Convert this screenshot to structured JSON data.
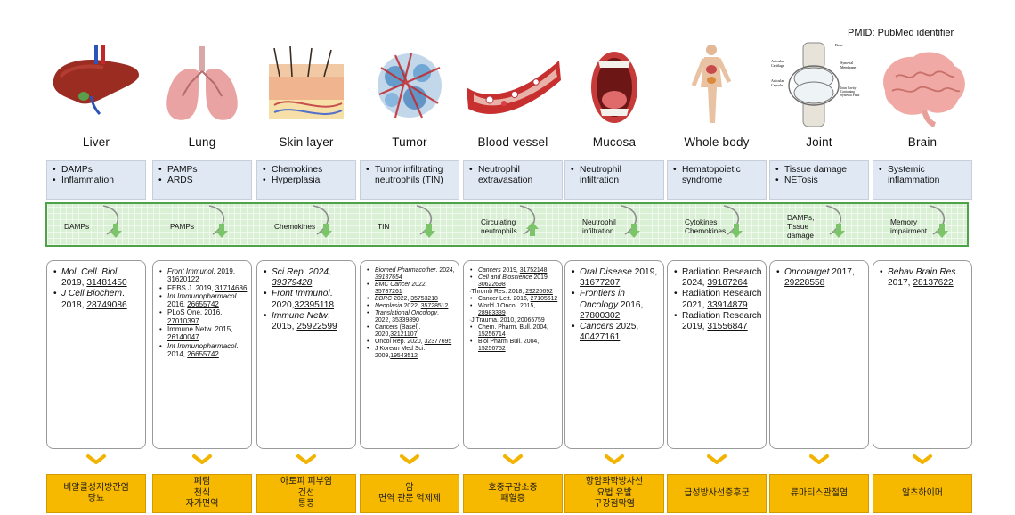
{
  "legend": {
    "abbr": "PMID",
    "rest": ": PubMed identifier"
  },
  "columns": [
    {
      "organ": "Liver",
      "features": [
        "DAMPs",
        "Inflammation"
      ],
      "band": "DAMPs",
      "refs_size": "r-l",
      "refs": [
        {
          "t": [
            {
              "s": "Mol. Cell. Biol",
              "i": true
            },
            {
              "s": ". 2019, "
            },
            {
              "s": "31481450",
              "u": true
            }
          ]
        },
        {
          "t": [
            {
              "s": "J Cell Biochem",
              "i": true
            },
            {
              "s": ". 2018, "
            },
            {
              "s": "28749086",
              "u": true
            }
          ]
        }
      ],
      "disease": "비알콜성지방간염\n당뇨"
    },
    {
      "organ": "Lung",
      "features": [
        "PAMPs",
        "ARDS"
      ],
      "band": "PAMPs",
      "refs_size": "r-s",
      "refs": [
        {
          "t": [
            {
              "s": "Front Immunol",
              "i": true
            },
            {
              "s": ". 2019, 31620122"
            }
          ]
        },
        {
          "t": [
            {
              "s": "FEBS J. 2019, "
            },
            {
              "s": "31714686",
              "u": true
            }
          ]
        },
        {
          "t": [
            {
              "s": "Int Immunopharmacol",
              "i": true
            },
            {
              "s": ". 2016, "
            },
            {
              "s": "26655742",
              "u": true
            }
          ]
        },
        {
          "t": [
            {
              "s": "PLoS One. 2016, "
            },
            {
              "s": "27010397",
              "u": true
            }
          ]
        },
        {
          "t": [
            {
              "s": "Immune Netw. 2015, "
            },
            {
              "s": "26140047",
              "u": true
            }
          ]
        },
        {
          "t": [
            {
              "s": "Int Immunopharmacol",
              "i": true
            },
            {
              "s": ". 2014, "
            },
            {
              "s": "26655742",
              "u": true
            }
          ]
        }
      ],
      "disease": "폐렴\n천식\n자가면역"
    },
    {
      "organ": "Skin layer",
      "features": [
        "Chemokines",
        "Hyperplasia"
      ],
      "band": "Chemokines",
      "refs_size": "r-l",
      "refs": [
        {
          "t": [
            {
              "s": "Sci Rep",
              "i": true
            },
            {
              "s": ". 2024, ",
              "i": true
            },
            {
              "s": "39379428",
              "i": true,
              "u": true
            }
          ]
        },
        {
          "t": [
            {
              "s": "Front Immunol",
              "i": true
            },
            {
              "s": ". 2020,"
            },
            {
              "s": "32395118",
              "u": true
            }
          ]
        },
        {
          "t": [
            {
              "s": "Immune Netw",
              "i": true
            },
            {
              "s": ". 2015, "
            },
            {
              "s": "25922599",
              "u": true
            }
          ]
        }
      ],
      "disease": "아토피 피부염\n건선\n통풍"
    },
    {
      "organ": "Tumor",
      "features": [
        "Tumor infiltrating neutrophils (TIN)"
      ],
      "band": "TIN",
      "refs_size": "r-xs",
      "refs": [
        {
          "t": [
            {
              "s": "Biomed Pharmacother",
              "i": true
            },
            {
              "s": ". 2024, "
            },
            {
              "s": "39137654",
              "i": true,
              "u": true
            }
          ]
        },
        {
          "t": [
            {
              "s": "BMC Cancer",
              "i": true
            },
            {
              "s": " 2022, "
            },
            {
              "s": "35787261",
              "u": true
            }
          ]
        },
        {
          "t": [
            {
              "s": "BBRC",
              "i": true
            },
            {
              "s": " 2022, "
            },
            {
              "s": "35753218",
              "u": true
            }
          ]
        },
        {
          "t": [
            {
              "s": "Neoplasia",
              "i": true
            },
            {
              "s": " 2022, "
            },
            {
              "s": "35728512",
              "u": true
            }
          ]
        },
        {
          "t": [
            {
              "s": "Translational Oncology",
              "i": true
            },
            {
              "s": ", 2022, "
            },
            {
              "s": "35339890",
              "u": true
            }
          ]
        },
        {
          "t": [
            {
              "s": "Cancers (Basel). 2020,"
            },
            {
              "s": "32121107",
              "u": true
            }
          ]
        },
        {
          "t": [
            {
              "s": "Oncol Rep. 2020, "
            },
            {
              "s": "32377695",
              "u": true
            }
          ]
        },
        {
          "t": [
            {
              "s": "J Korean Med Sci. 2009,"
            },
            {
              "s": "19543512",
              "u": true
            }
          ]
        }
      ],
      "disease": "암\n면역 관문 억제제"
    },
    {
      "organ": "Blood vessel",
      "features": [
        "Neutrophil extravasation"
      ],
      "band": "Circulating\nneutrophils",
      "refs_size": "r-xs",
      "refs": [
        {
          "t": [
            {
              "s": "Cancers",
              "i": true
            },
            {
              "s": " 2019, "
            },
            {
              "s": "31752148",
              "u": true
            }
          ]
        },
        {
          "t": [
            {
              "s": "Cell and Bioscience",
              "i": true
            },
            {
              "s": " 2019, "
            },
            {
              "s": "30622698",
              "u": true
            }
          ]
        },
        {
          "nb": true,
          "t": [
            {
              "s": "·Thromb Res. 2018, "
            },
            {
              "s": "29220692",
              "u": true
            }
          ]
        },
        {
          "t": [
            {
              "s": "Cancer Lett. 2016, "
            },
            {
              "s": "27105612",
              "u": true
            }
          ]
        },
        {
          "t": [
            {
              "s": "World J Oncol. 2015, "
            },
            {
              "s": "28983339",
              "u": true
            }
          ]
        },
        {
          "nb": true,
          "t": [
            {
              "s": "·J Trauma. 2010, "
            },
            {
              "s": "20065759",
              "u": true
            }
          ]
        },
        {
          "t": [
            {
              "s": "Chem. Pharm. Bull. 2004, "
            },
            {
              "s": "15256714",
              "u": true
            }
          ]
        },
        {
          "t": [
            {
              "s": "Biol Pharm Bull. 2004, "
            },
            {
              "s": "15256752",
              "u": true
            }
          ]
        }
      ],
      "disease": "호중구감소증\n패혈증"
    },
    {
      "organ": "Mucosa",
      "features": [
        "Neutrophil infiltration"
      ],
      "band": "Neutrophil\ninfiltration",
      "refs_size": "r-l",
      "refs": [
        {
          "t": [
            {
              "s": "Oral Disease",
              "i": true
            },
            {
              "s": " 2019, "
            },
            {
              "s": "31677207",
              "u": true
            }
          ]
        },
        {
          "t": [
            {
              "s": "Frontiers in Oncology",
              "i": true
            },
            {
              "s": " 2016, "
            },
            {
              "s": "27800302",
              "u": true
            }
          ]
        },
        {
          "t": [
            {
              "s": "Cancers",
              "i": true
            },
            {
              "s": " 2025, "
            },
            {
              "s": "40427161",
              "u": true
            }
          ]
        }
      ],
      "disease": "항암화학방사선\n요법 유발\n구강점막염"
    },
    {
      "organ": "Whole body",
      "features": [
        "Hematopoietic syndrome"
      ],
      "band": "Cytokines\nChemokines",
      "refs_size": "r-l",
      "refs": [
        {
          "t": [
            {
              "s": "Radiation Research 2024, "
            },
            {
              "s": "39187264",
              "u": true
            }
          ]
        },
        {
          "t": [
            {
              "s": "Radiation Research 2021, "
            },
            {
              "s": "33914879",
              "u": true
            }
          ]
        },
        {
          "t": [
            {
              "s": "Radiation Research 2019, "
            },
            {
              "s": "31556847",
              "u": true
            }
          ]
        }
      ],
      "disease": "급성방사선증후군"
    },
    {
      "organ": "Joint",
      "features": [
        "Tissue damage",
        "NETosis"
      ],
      "band": "DAMPs,\nTissue\ndamage",
      "refs_size": "r-l",
      "refs": [
        {
          "t": [
            {
              "s": "Oncotarget",
              "i": true
            },
            {
              "s": " 2017, "
            },
            {
              "s": "29228558",
              "u": true
            }
          ]
        }
      ],
      "disease": "류마티스관절염"
    },
    {
      "organ": "Brain",
      "features": [
        "Systemic inflammation"
      ],
      "band": "Memory\nimpairment",
      "refs_size": "r-l",
      "refs": [
        {
          "t": [
            {
              "s": "Behav Brain Res",
              "i": true
            },
            {
              "s": ". 2017, "
            },
            {
              "s": "28137622",
              "u": true
            }
          ]
        }
      ],
      "disease": "알츠하이머"
    }
  ],
  "joint_diagram_labels": {
    "top": "Bone",
    "left1": "Articular Cartilage",
    "left2": "Articular Capsule",
    "right1": "Synovial Membrane",
    "right2": "Joint Cavity Containing Synovial Fluid"
  },
  "colors": {
    "feature_box": "#dfe8f3",
    "band": "#d9f0d4",
    "band_border": "#4ea34a",
    "arrow_green": "#7cc46a",
    "chevron": "#f2b400",
    "disease_box": "#f7b800"
  }
}
